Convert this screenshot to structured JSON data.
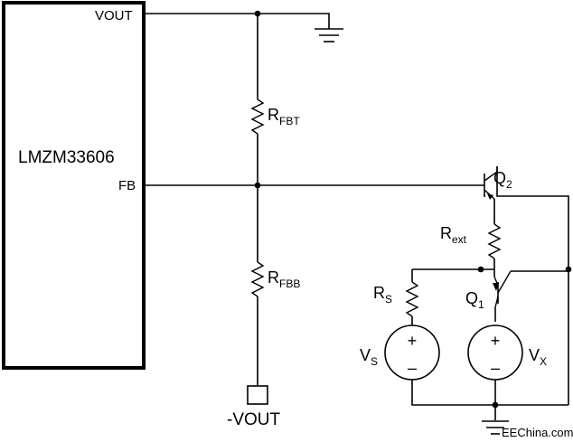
{
  "ic": {
    "name": "LMZM33606",
    "pin_vout": "VOUT",
    "pin_fb": "FB"
  },
  "resistors": {
    "rfbt": {
      "main": "R",
      "sub": "FBT"
    },
    "rfbb": {
      "main": "R",
      "sub": "FBB"
    },
    "rext": {
      "main": "R",
      "sub": "ext"
    },
    "rs": {
      "main": "R",
      "sub": "S"
    }
  },
  "transistors": {
    "q2": {
      "main": "Q",
      "sub": "2"
    },
    "q1": {
      "main": "Q",
      "sub": "1"
    }
  },
  "sources": {
    "vs": {
      "main": "V",
      "sub": "S",
      "plus": "+",
      "minus": "–"
    },
    "vx": {
      "main": "V",
      "sub": "X",
      "plus": "+",
      "minus": "–"
    }
  },
  "terminal": {
    "label": "-VOUT"
  },
  "watermark": "EEChina.com",
  "icons": {
    "ground": "ground-icon",
    "terminal": "terminal-pad-icon"
  }
}
